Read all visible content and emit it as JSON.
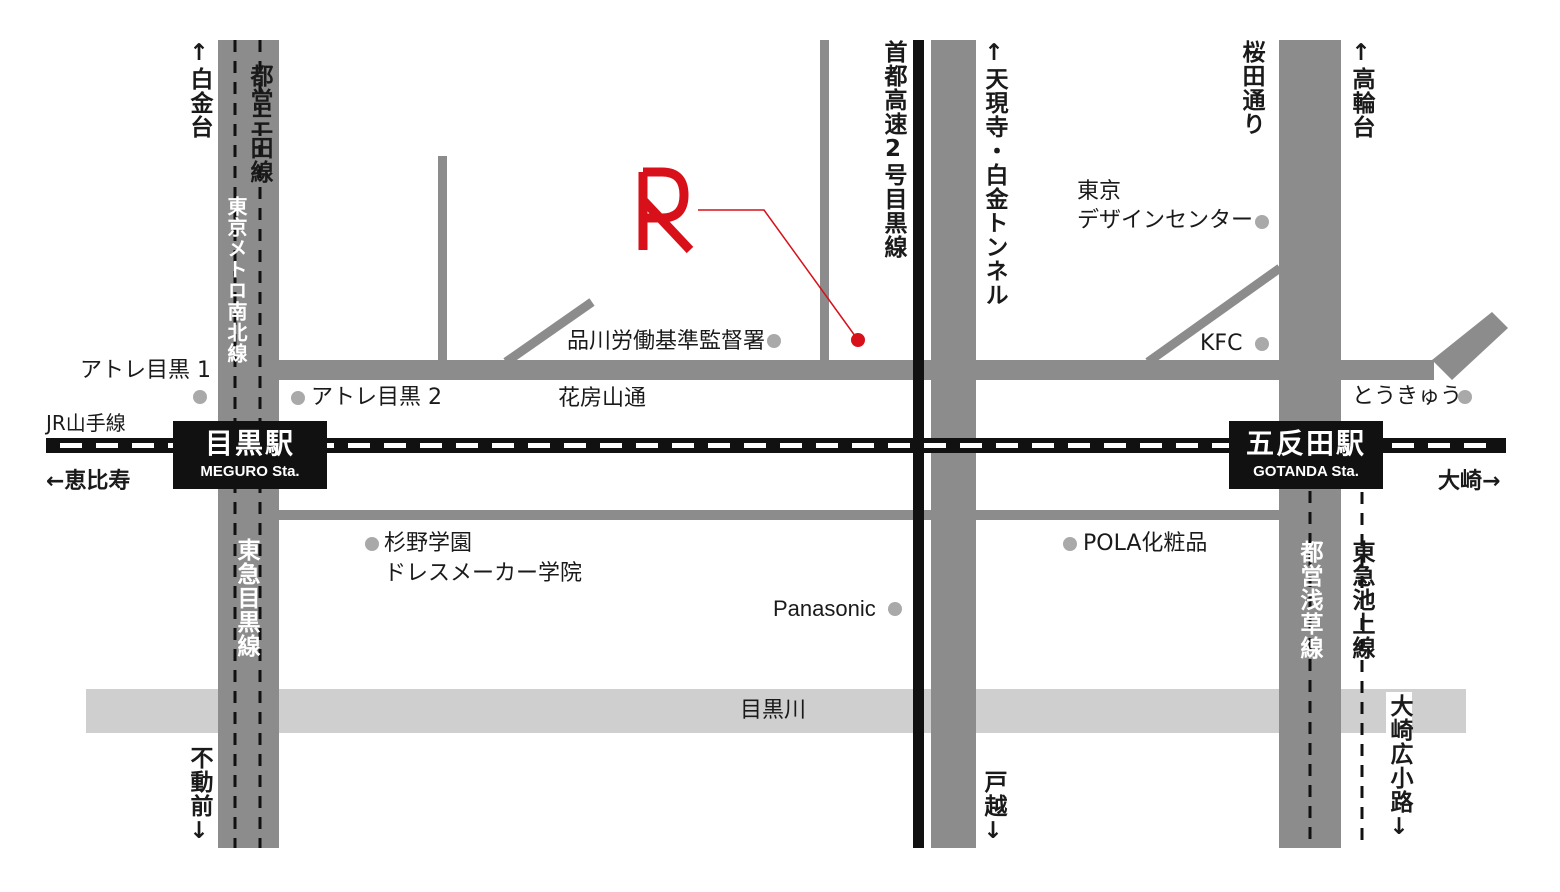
{
  "colors": {
    "road": "#8c8c8c",
    "river": "#cfcfcf",
    "rail": "#111111",
    "accent": "#d7101a",
    "poi_dot": "#a9a9a9"
  },
  "logo": {
    "letter": "R"
  },
  "stations": {
    "meguro": {
      "name": "目黒駅",
      "english": "MEGURO Sta."
    },
    "gotanda": {
      "name": "五反田駅",
      "english": "GOTANDA Sta."
    }
  },
  "lines": {
    "jr_yamanote": "JR山手線",
    "toei_mita": "都営三田線",
    "tokyo_metro_namboku": "東京メトロ南北線",
    "tokyu_meguro": "東急目黒線",
    "expressway": "首都高速2号目黒線",
    "toei_asakusa": "都営浅草線",
    "tokyu_ikegami": "東急池上線"
  },
  "directions": {
    "shirokanedai": "↑白金台",
    "ebisu": "←恵比寿",
    "fudomae": "不動前↓",
    "tengenji": "↑天現寺・白金トンネル",
    "togoshi": "戸越↓",
    "takanawadai": "↑高輪台",
    "osaki": "大崎→",
    "osaki_hirokoji": "大崎広小路↓"
  },
  "roads": {
    "sakurada": "桜田通り",
    "hanabusayama": "花房山通"
  },
  "river": {
    "name": "目黒川"
  },
  "pois": {
    "atre1": "アトレ目黒 1",
    "atre2": "アトレ目黒 2",
    "labor_office": "品川労働基準監督署",
    "design_center_1": "東京",
    "design_center_2": "デザインセンター",
    "kfc": "KFC",
    "tokyu": "とうきゅう",
    "sugino_1": "杉野学園",
    "sugino_2": "ドレスメーカー学院",
    "panasonic": "Panasonic",
    "pola": "POLA化粧品"
  }
}
